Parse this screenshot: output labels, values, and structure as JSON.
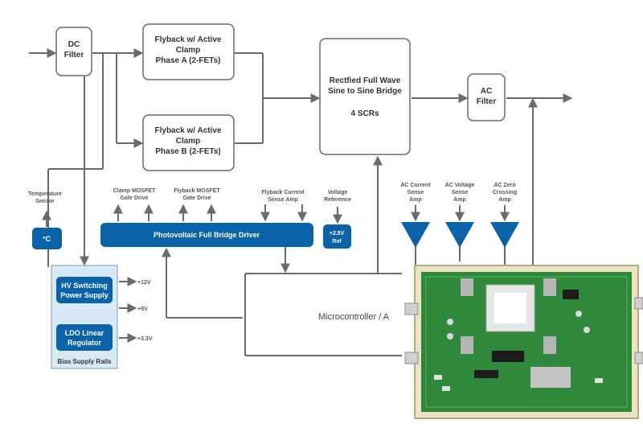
{
  "blocks": {
    "dc_filter": [
      "DC",
      "Filter"
    ],
    "flyback_a": [
      "Flyback w/ Active",
      "Clamp",
      "Phase A (2-FETs)"
    ],
    "flyback_b": [
      "Flyback w/ Active",
      "Clamp",
      "Phase B (2-FETs)"
    ],
    "bridge": [
      "Rectfied Full Wave",
      "Sine to Sine Bridge",
      "4 SCRs"
    ],
    "ac_filter": [
      "AC",
      "Filter"
    ],
    "microcontroller": "Microcontroller / A"
  },
  "signals": {
    "temperature_sensor": [
      "Temperature",
      "Sensor"
    ],
    "clamp_mosfet": [
      "Clamp MOSFET",
      "Gate Drive"
    ],
    "flyback_mosfet": [
      "Flyback MOSFET",
      "Gate Drive"
    ],
    "flyback_current": [
      "Flyback Current",
      "Sense Amp"
    ],
    "voltage_reference": [
      "Voltage",
      "Reference"
    ],
    "ac_current": [
      "AC Current",
      "Sense",
      "Amp"
    ],
    "ac_voltage": [
      "AC Voltage",
      "Sense",
      "Amp"
    ],
    "ac_zero": [
      "AC Zero",
      "Crossing",
      "Amp"
    ]
  },
  "blue_blocks": {
    "temp": "°C",
    "driver": "Photovoltaic Full Bridge Driver",
    "ref": [
      "+2.5V",
      "Ref"
    ],
    "hv_supply": [
      "HV Switching",
      "Power Supply"
    ],
    "ldo": [
      "LDO Linear",
      "Regulator"
    ]
  },
  "rails": {
    "v12": "+12V",
    "v5": "+5V",
    "v33": "+3.3V",
    "panel_label": "Bias Supply Rails"
  },
  "colors": {
    "block_blue": "#0a62a8",
    "panel_bg": "#d8eaf6",
    "pcb_green": "#2e8a3a",
    "line_gray": "#6b6b6b"
  }
}
